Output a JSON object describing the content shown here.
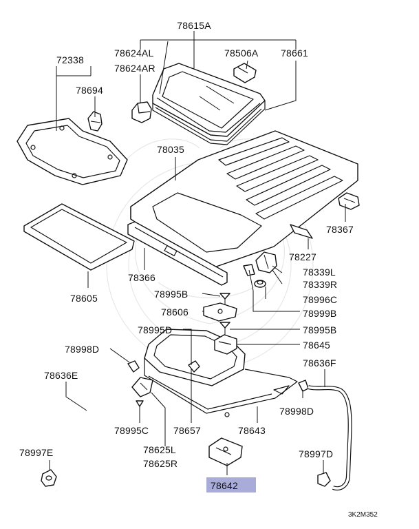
{
  "diagram_code": "3K2M352",
  "highlight_color": "#a9acd9",
  "labels": {
    "l78615A": "78615A",
    "l78624AL": "78624AL",
    "l78624AR": "78624AR",
    "l78506A": "78506A",
    "l78661": "78661",
    "l72338": "72338",
    "l78694": "78694",
    "l78035": "78035",
    "l78367": "78367",
    "l78605": "78605",
    "l78366": "78366",
    "l78227": "78227",
    "l78339L": "78339L",
    "l78339R": "78339R",
    "l78995B_1": "78995B",
    "l78996C": "78996C",
    "l78606": "78606",
    "l78999B": "78999B",
    "l78995D": "78995D",
    "l78995B_2": "78995B",
    "l78998D_1": "78998D",
    "l78645": "78645",
    "l78636E": "78636E",
    "l78636F": "78636F",
    "l78998D_2": "78998D",
    "l78995C": "78995C",
    "l78657": "78657",
    "l78643": "78643",
    "l78625L": "78625L",
    "l78625R": "78625R",
    "l78997E": "78997E",
    "l78997D": "78997D",
    "l78642": "78642"
  }
}
